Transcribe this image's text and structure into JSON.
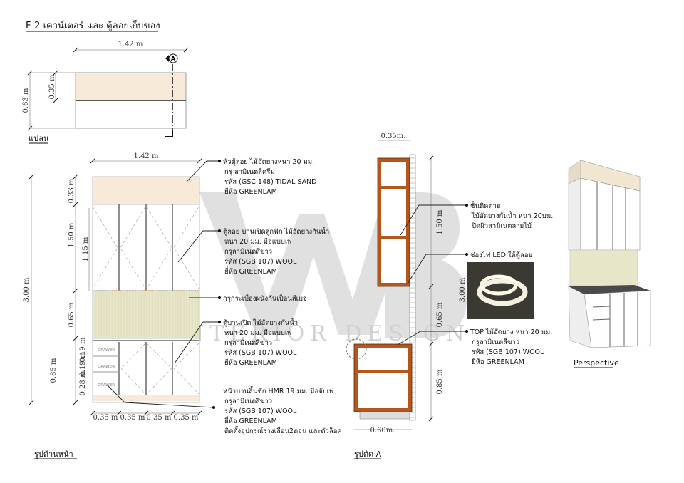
{
  "title": "F-2 เคาน์เตอร์ และ ตู้ลอยเก็บของ",
  "plan": {
    "label": "แปลน",
    "width": "1.42 m",
    "depth": "0.63 m",
    "upper_depth": "0.35 m",
    "section_marker": "A"
  },
  "elevation": {
    "label": "รูปด้านหน้า",
    "width": "1.42 m",
    "total_height": "3.00 m",
    "heights": [
      "0.33 m",
      "1.50 m",
      "0.65 m",
      "0.85 m"
    ],
    "door_height": "1.15 m",
    "drawer_heights": [
      "0.19 m",
      "0.19 m",
      "0.28 m"
    ],
    "drawer_label": "DRAWER",
    "column_widths": [
      "0.35 m",
      "0.35 m",
      "0.35 m",
      "0.35 m"
    ]
  },
  "callouts_elevation": [
    [
      "หัวตู้ลอย ไม้อัดยางหนา 20 มม.",
      "กรุ ลามิเนตสีครีม",
      "รหัส (GSC 148)  TIDAL SAND",
      "ยี่ห้อ GREENLAM"
    ],
    [
      "ตู้ลอย บานเปิดลูกฟัก ไม้อัดยางกันน้ำ",
      "หนา 20 มม. มือแบบเพ่",
      "กรุลามิเนตสีขาว",
      "รหัส (SGB 107)   WOOL",
      "ยี่ห้อ GREENLAM"
    ],
    [
      "กรุกระเบื้องผนังกันเปื้อนสีเบจ"
    ],
    [
      "ตู้บานเปิด ไม้อัดยางกันน้ำ",
      "หนา 20 มม. มือแบบเพ่",
      "กรุลามิเนตสีขาว",
      "รหัส (SGB 107)   WOOL",
      "ยี่ห้อ GREENLAM"
    ],
    [
      "หน้าบานลิ้นชัก HMR 19 มม. มือจับเพ่",
      "กรุลามิเนตสีขาว",
      "รหัส (SGB 107)   WOOL",
      "ยี่ห้อ GREENLAM",
      "ติดตั้งอุปกรณ์รางเลื่อน2ตอน และตัวล็อค"
    ]
  ],
  "section": {
    "label": "รูปตัด A",
    "upper_depth": "0.35m.",
    "lower_depth": "0.60m.",
    "heights": [
      "1.50 m",
      "0.65 m",
      "0.85 m"
    ],
    "total_height": "3.00 m"
  },
  "callouts_section": [
    [
      "ชั้นติดตาย",
      "ไม้อัดยางกันน้ำ หนา 20มม.",
      "ปิดผิวลามิเนตลายไม้"
    ],
    [
      "ช่องไฟ LED ใต้ตู้ลอย"
    ],
    [
      "TOP ไม้อัดยาง หนา 20 มม.",
      "กรุลามิเนตสีขาว",
      "รหัส (SGB 107)   WOOL",
      "ยี่ห้อ GREENLAM"
    ]
  ],
  "perspective": {
    "label": "Perspective"
  },
  "watermark": {
    "logo": "WB",
    "text": "INTERIOR DESIGN"
  },
  "colors": {
    "cream": "#f7ead8",
    "tile": "#e8e6c8",
    "wood": "#b5561c",
    "counter_top": "#4a4a4a"
  }
}
